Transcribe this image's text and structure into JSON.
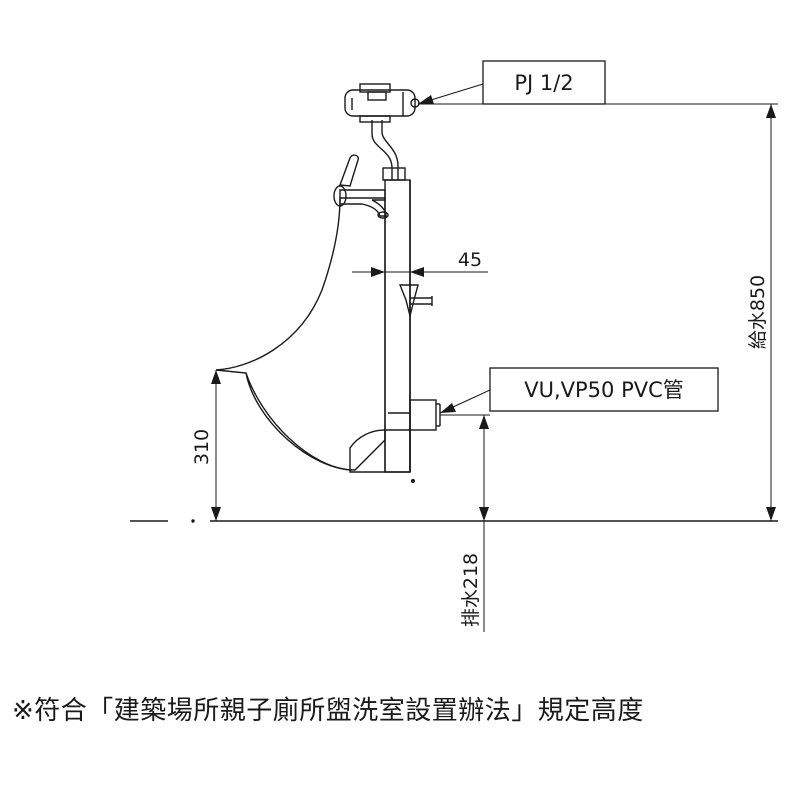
{
  "callouts": {
    "supply_fitting": "PJ 1/2",
    "drain_pipe": "VU,VP50 PVC管"
  },
  "dimensions": {
    "wall_offset": "45",
    "supply_height": "給水850",
    "rim_height": "310",
    "drain_height": "排水218"
  },
  "footnote": "※符合「建築場所親子廁所盥洗室設置辦法」規定高度",
  "colors": {
    "line": "#1a1a1a",
    "background": "#ffffff"
  }
}
